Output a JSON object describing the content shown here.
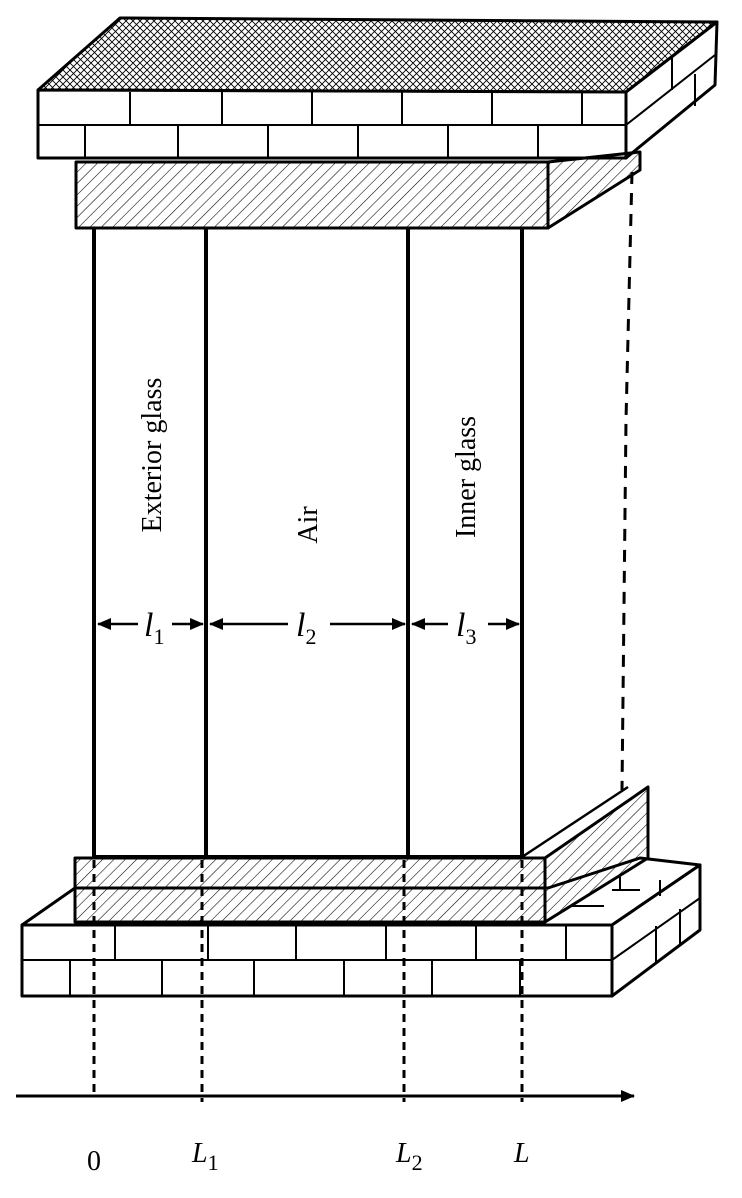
{
  "layers": [
    {
      "label": "Exterior glass",
      "thickness_symbol": "l",
      "thickness_index": "1"
    },
    {
      "label": "Air",
      "thickness_symbol": "l",
      "thickness_index": "2"
    },
    {
      "label": "Inner glass",
      "thickness_symbol": "l",
      "thickness_index": "3"
    }
  ],
  "axis": {
    "ticks": [
      {
        "symbol": "0",
        "index": ""
      },
      {
        "symbol": "L",
        "index": "1"
      },
      {
        "symbol": "L",
        "index": "2"
      },
      {
        "symbol": "L",
        "index": ""
      }
    ]
  },
  "colors": {
    "ink": "#000000",
    "background": "#ffffff"
  }
}
